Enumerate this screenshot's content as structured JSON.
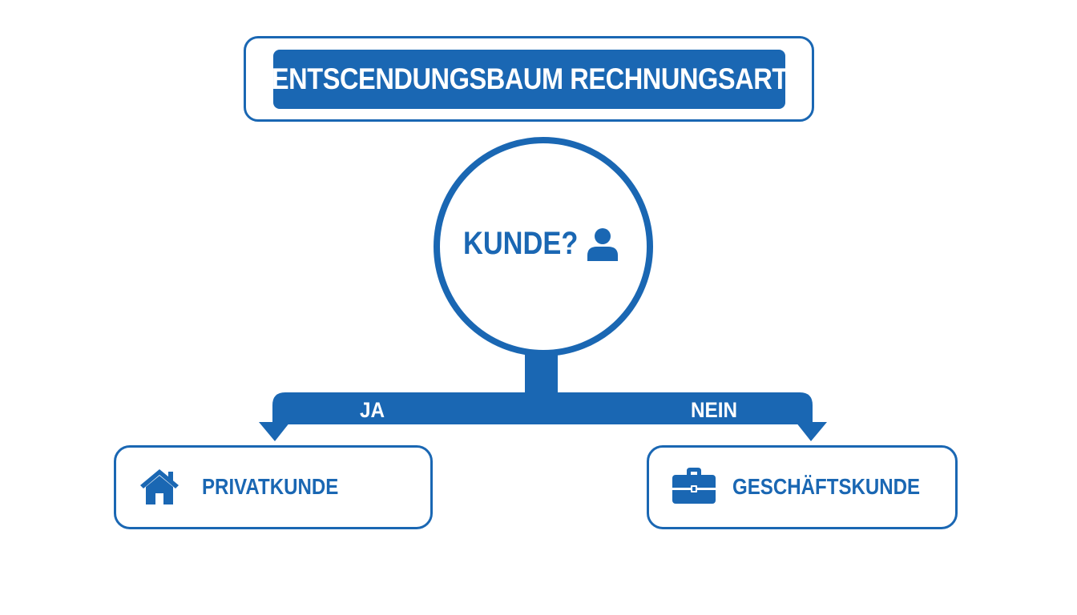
{
  "title": "ENTSCENDUNGSBAUM RECHNUNGSART",
  "question": {
    "text": "KUNDE?",
    "icon": "person-icon"
  },
  "branches": {
    "yes_label": "JA",
    "no_label": "NEIN"
  },
  "results": {
    "left": {
      "label": "PRIVATKUNDE",
      "icon": "house-icon"
    },
    "right": {
      "label": "GESCHÄFTSKUNDE",
      "icon": "briefcase-icon"
    }
  },
  "colors": {
    "accent": "#1a67b3",
    "background": "#ffffff"
  }
}
